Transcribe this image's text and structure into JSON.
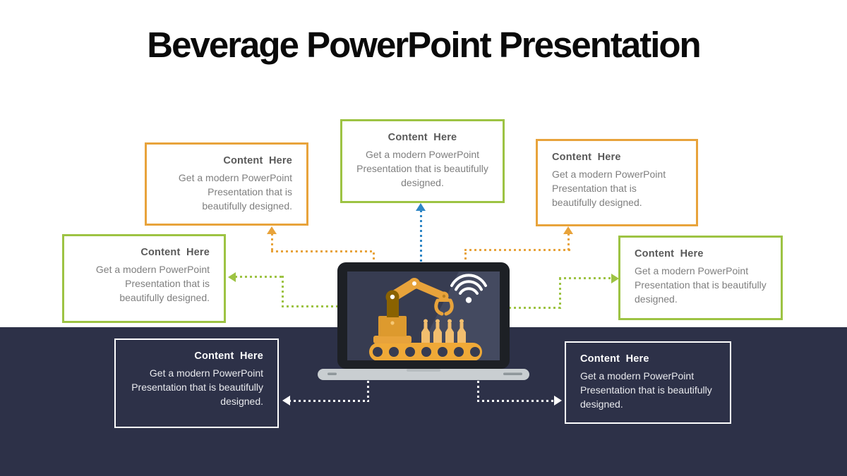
{
  "slide": {
    "title": "Beverage PowerPoint Presentation",
    "background": "#FFFFFF"
  },
  "colors": {
    "orange": "#E8A33B",
    "green": "#9DC343",
    "blue": "#2E86C5",
    "dark_band": "#2D3148",
    "heading_gray": "#595959",
    "body_gray": "#7F7F7F"
  },
  "boxes": [
    {
      "id": "top-left",
      "border": "orange",
      "align": "right",
      "title": "Content  Here",
      "body": "Get a modern PowerPoint Presentation that is beautifully designed."
    },
    {
      "id": "top-center",
      "border": "green",
      "align": "center",
      "title": "Content  Here",
      "body": "Get a modern PowerPoint Presentation that is beautifully designed."
    },
    {
      "id": "top-right",
      "border": "orange",
      "align": "left",
      "title": "Content  Here",
      "body": "Get a modern PowerPoint Presentation that is beautifully designed."
    },
    {
      "id": "middle-left",
      "border": "green",
      "align": "right",
      "title": "Content  Here",
      "body": "Get a modern PowerPoint Presentation that is beautifully designed."
    },
    {
      "id": "middle-right",
      "border": "green",
      "align": "left",
      "title": "Content  Here",
      "body": "Get a modern PowerPoint Presentation that is beautifully designed."
    },
    {
      "id": "bottom-left",
      "border": "white",
      "align": "right",
      "title": "Content  Here",
      "body": "Get a modern PowerPoint Presentation that is beautifully designed."
    },
    {
      "id": "bottom-right",
      "border": "white",
      "align": "left",
      "title": "Content  Here",
      "body": "Get a modern PowerPoint Presentation that is beautifully designed."
    }
  ],
  "connectors": [
    {
      "target": "top-left",
      "color": "orange",
      "arrow": "up"
    },
    {
      "target": "top-center",
      "color": "blue",
      "arrow": "up"
    },
    {
      "target": "top-right",
      "color": "orange",
      "arrow": "up"
    },
    {
      "target": "middle-left",
      "color": "green",
      "arrow": "left"
    },
    {
      "target": "middle-right",
      "color": "green",
      "arrow": "right"
    },
    {
      "target": "bottom-left",
      "color": "white",
      "arrow": "left"
    },
    {
      "target": "bottom-right",
      "color": "white",
      "arrow": "right"
    }
  ],
  "laptop": {
    "screen_icons": [
      "robot-arm-icon",
      "bottle-conveyor-icon",
      "wifi-icon"
    ]
  }
}
